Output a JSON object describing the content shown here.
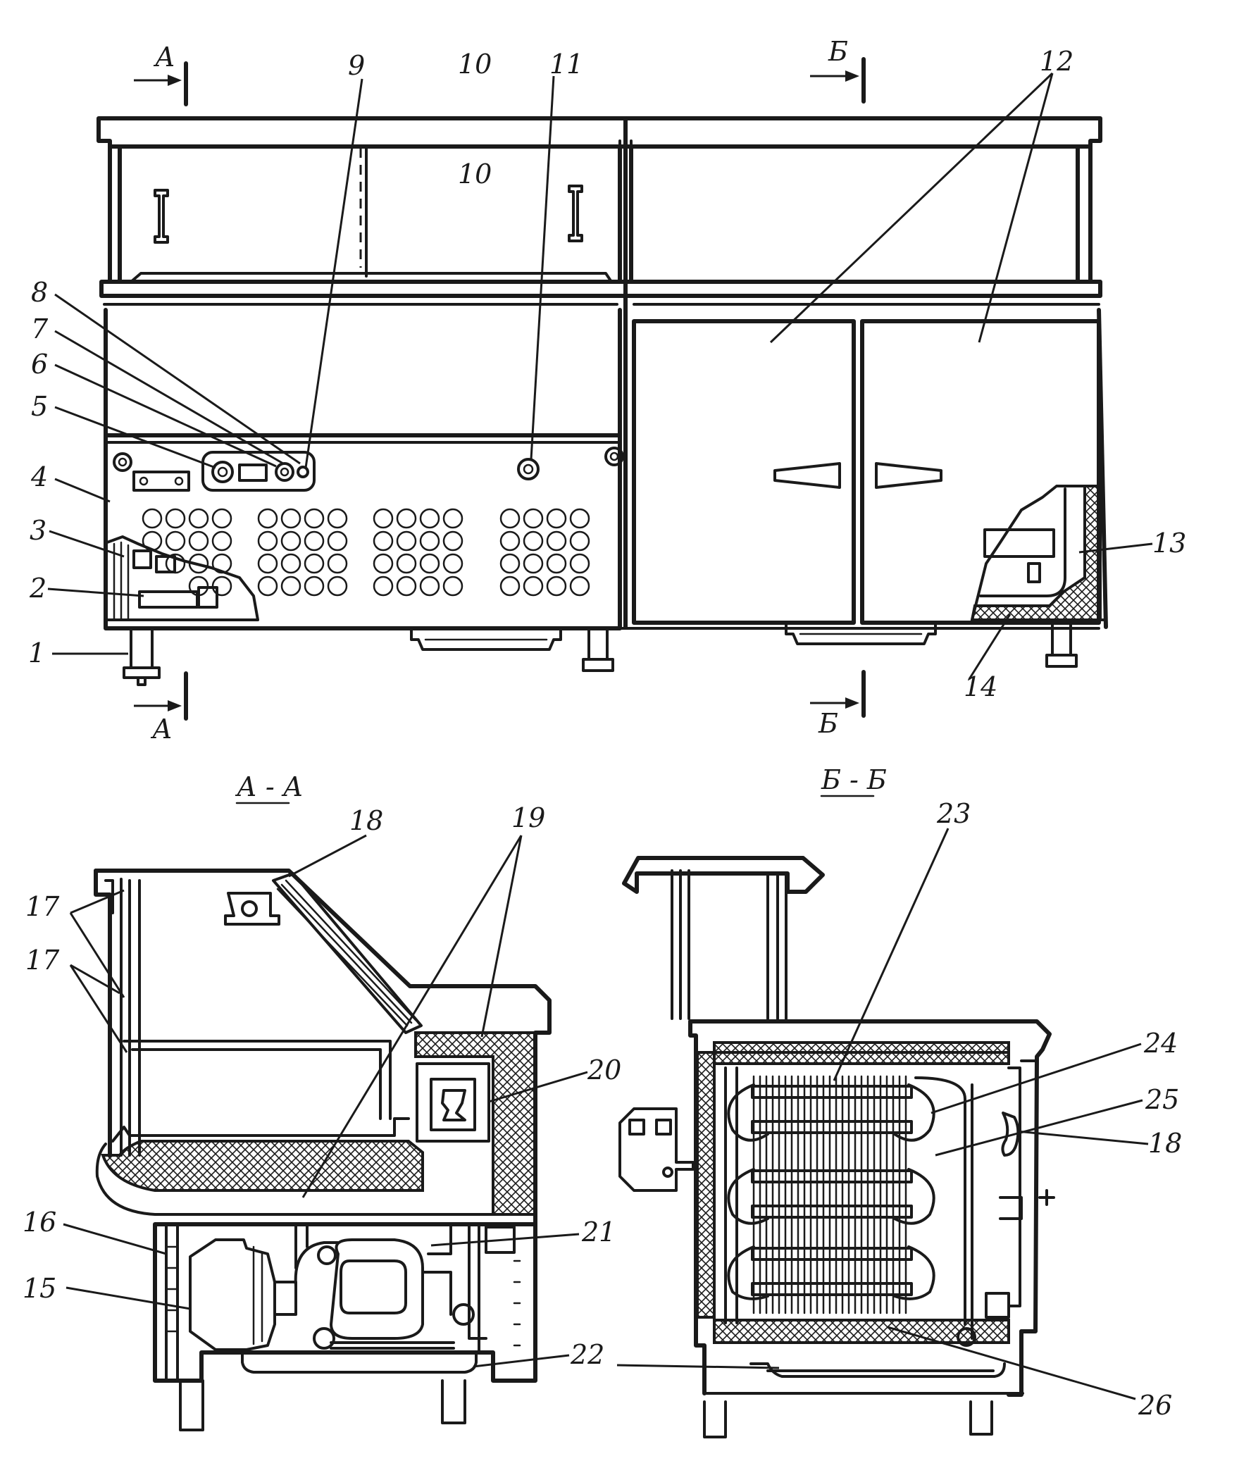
{
  "sections": {
    "a_mark": "А",
    "b_mark": "Б",
    "a_title": "А - А",
    "b_title": "Б - Б"
  },
  "labels": {
    "n1": "1",
    "n2": "2",
    "n3": "3",
    "n4": "4",
    "n5": "5",
    "n6": "6",
    "n7": "7",
    "n8": "8",
    "n9": "9",
    "n10": "10",
    "n11": "11",
    "n12": "12",
    "n13": "13",
    "n14": "14",
    "n15": "15",
    "n16": "16",
    "n17": "17",
    "n18": "18",
    "n19": "19",
    "n20": "20",
    "n21": "21",
    "n22": "22",
    "n23": "23",
    "n24": "24",
    "n25": "25",
    "n26": "26"
  }
}
